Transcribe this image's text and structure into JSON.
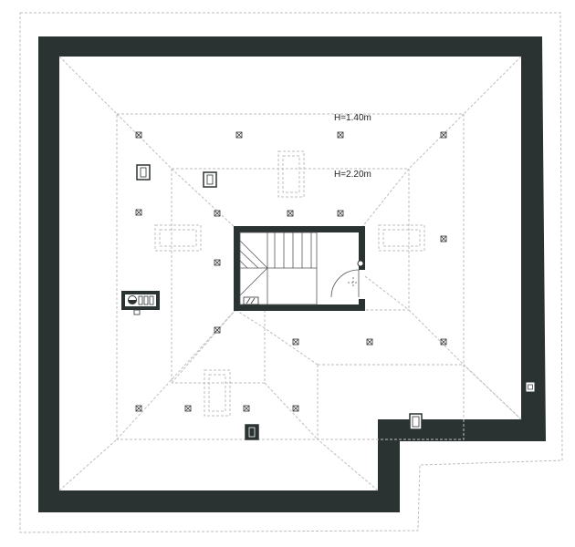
{
  "plan": {
    "height_labels": [
      "H=1.40m",
      "H=2.20m"
    ],
    "wall_color": "#2b3232",
    "outline_color": "#b8b8b8",
    "background": "#ffffff",
    "symbols": {
      "downlight_icon": "x-in-square",
      "socket_icon": "electrical-socket",
      "panel_icon": "distribution-board"
    }
  }
}
